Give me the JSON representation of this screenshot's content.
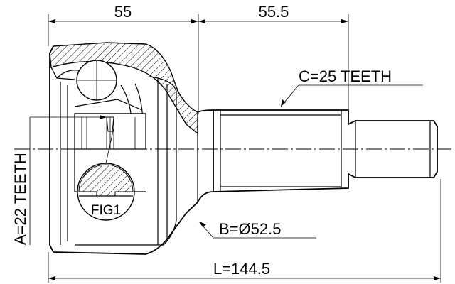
{
  "drawing": {
    "dim_top_left": "55",
    "dim_top_right": "55.5",
    "spline_outer": "C=25 TEETH",
    "spline_inner": "A=22 TEETH",
    "diameter": "B=Ø52.5",
    "length": "L=144.5",
    "figure_ref": "FIG1"
  }
}
